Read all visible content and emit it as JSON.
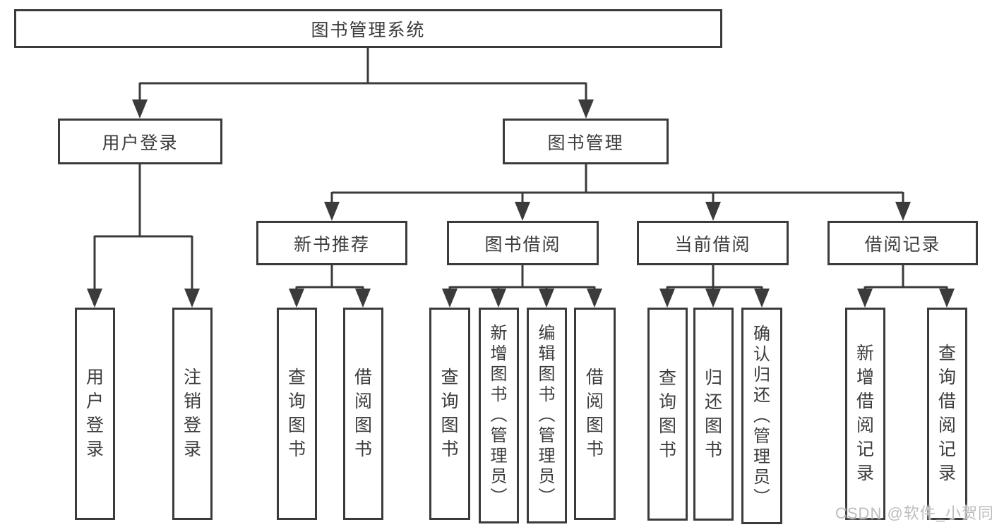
{
  "watermark": "CSDN @软件_小贺同学",
  "colors": {
    "line": "#3b3b3b",
    "box_border": "#3b3b3b",
    "text": "#3c3c3c",
    "watermark_text": "#bdbdbd",
    "background": "#ffffff"
  },
  "tree": {
    "root": {
      "label": "图书管理系统"
    },
    "branches": [
      {
        "label": "用户登录",
        "children": [
          {
            "label": "用户登录"
          },
          {
            "label": "注销登录"
          }
        ]
      },
      {
        "label": "图书管理",
        "sections": [
          {
            "label": "新书推荐",
            "children": [
              {
                "label": "查询图书"
              },
              {
                "label": "借阅图书"
              }
            ]
          },
          {
            "label": "图书借阅",
            "children": [
              {
                "label": "查询图书"
              },
              {
                "label": "新增图书（管理员）"
              },
              {
                "label": "编辑图书（管理员）"
              },
              {
                "label": "借阅图书"
              }
            ]
          },
          {
            "label": "当前借阅",
            "children": [
              {
                "label": "查询图书"
              },
              {
                "label": "归还图书"
              },
              {
                "label": "确认归还（管理员）"
              }
            ]
          },
          {
            "label": "借阅记录",
            "children": [
              {
                "label": "新增借阅记录"
              },
              {
                "label": "查询借阅记录"
              }
            ]
          }
        ]
      }
    ]
  }
}
